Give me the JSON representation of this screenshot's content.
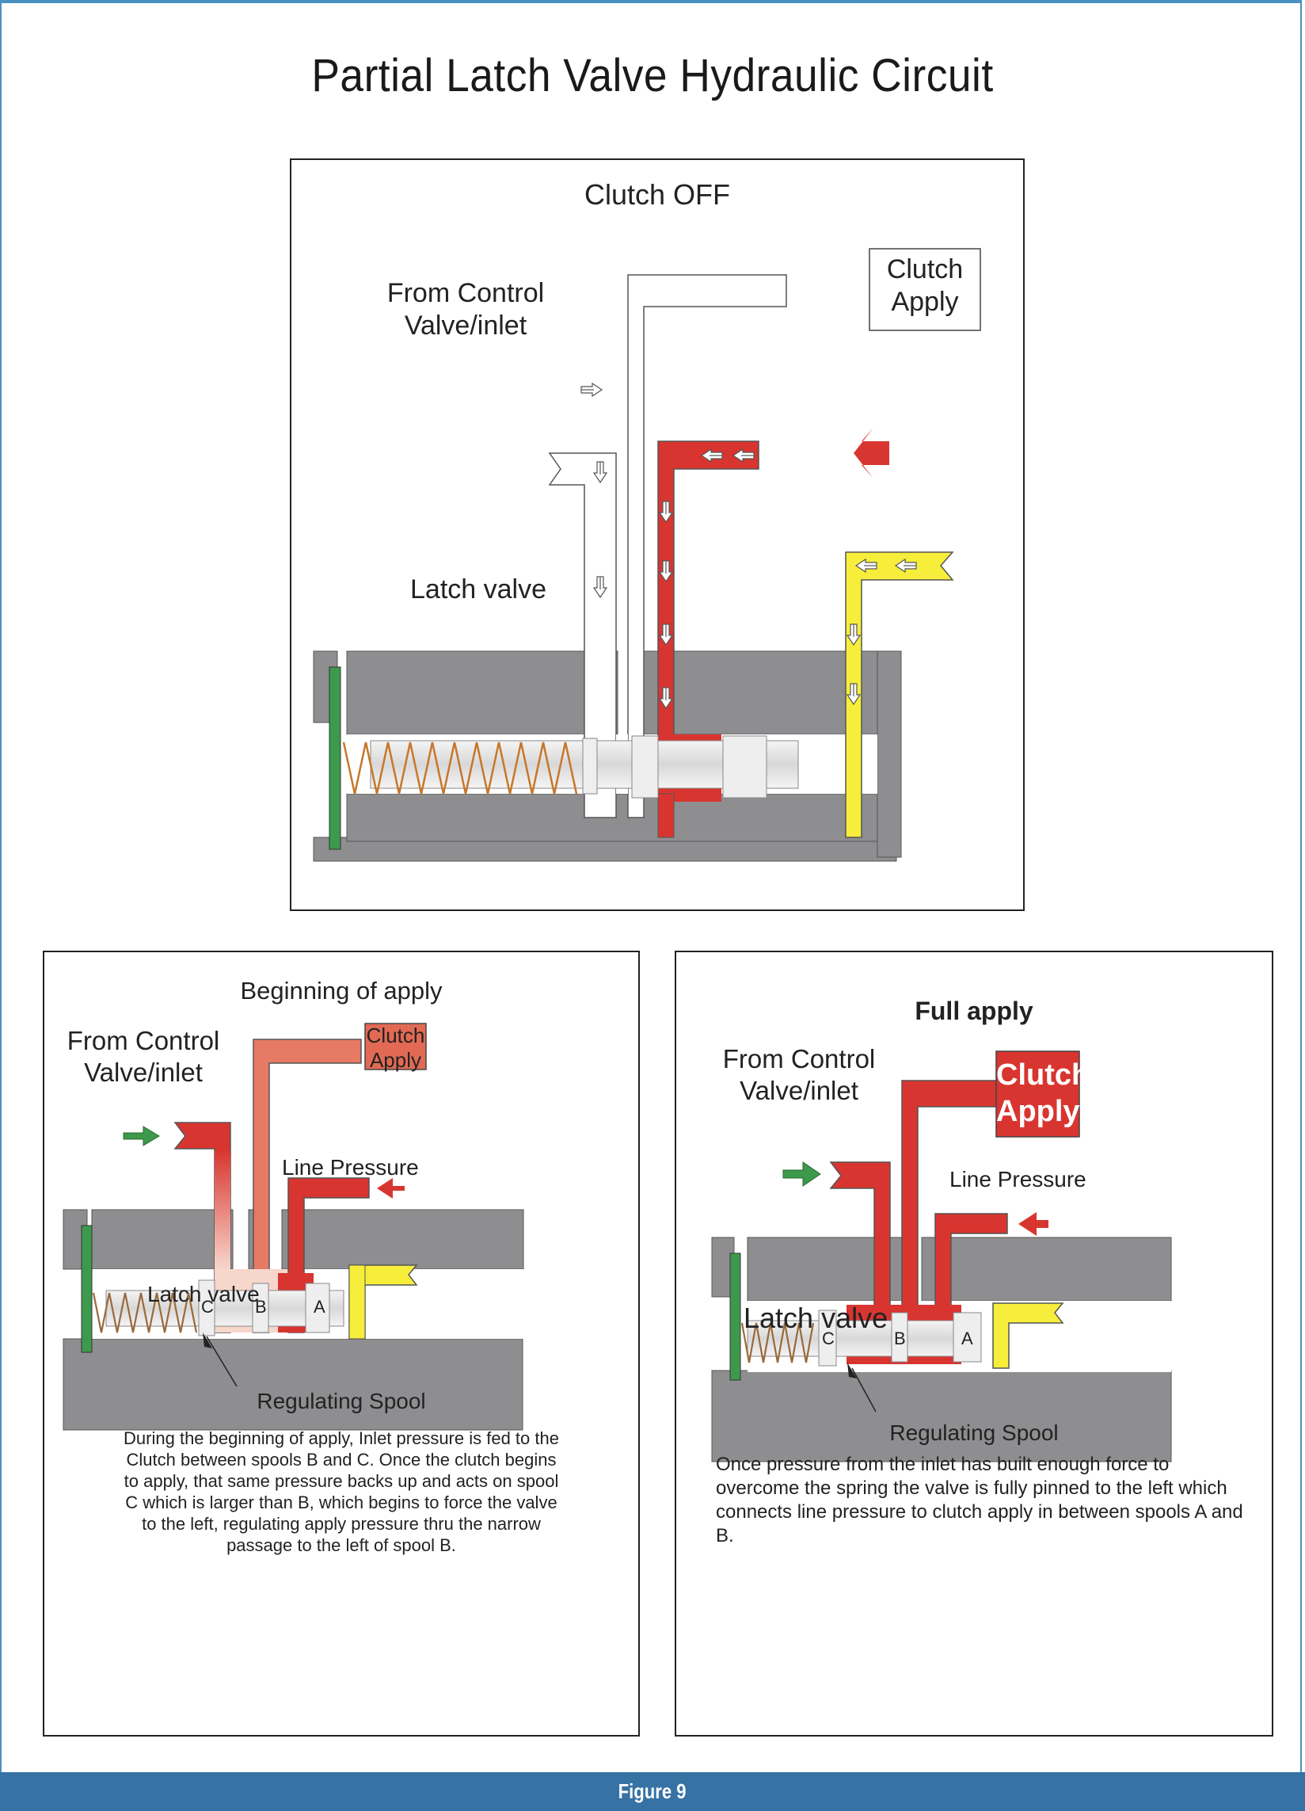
{
  "page": {
    "title": "Partial Latch Valve Hydraulic Circuit",
    "figure_label": "Figure 9"
  },
  "colors": {
    "border_blue": "#4a90c0",
    "footer_blue": "#3672a4",
    "fluid_red": "#d93530",
    "fluid_pink": "#f2b8a8",
    "exhaust_yellow": "#f6ee3a",
    "inlet_arrow_green": "#3c9a4a",
    "spring_orange": "#c8762a",
    "valve_body_gray": "#8e8e91",
    "retainer_green": "#3d9a4c"
  },
  "panels": {
    "clutch_off": {
      "title": "Clutch OFF",
      "from_control": [
        "From Control",
        "Valve/inlet"
      ],
      "clutch_apply": [
        "Clutch",
        "Apply"
      ],
      "latch_valve": "Latch valve"
    },
    "beginning_apply": {
      "title": "Beginning of apply",
      "from_control": [
        "From Control",
        "Valve/inlet"
      ],
      "clutch_apply": [
        "Clutch",
        "Apply"
      ],
      "line_pressure": "Line Pressure",
      "latch_valve": "Latch valve",
      "spool_labels": [
        "C",
        "B",
        "A"
      ],
      "regulating_spool": "Regulating Spool",
      "description": "During the beginning of apply, Inlet pressure is fed to the Clutch between spools B and C. Once the clutch begins to apply, that same pressure backs up and acts on spool C which is larger than B, which begins to force the valve to the left, regulating apply pressure thru the narrow passage to the left of spool B."
    },
    "full_apply": {
      "title": "Full apply",
      "from_control": [
        "From Control",
        "Valve/inlet"
      ],
      "clutch_apply": [
        "Clutch",
        "Apply"
      ],
      "line_pressure": "Line Pressure",
      "latch_valve": "Latch valve",
      "spool_labels": [
        "C",
        "B",
        "A"
      ],
      "regulating_spool": "Regulating Spool",
      "description": "Once pressure from the inlet has built enough force to overcome the spring the valve is fully pinned to the left which connects line pressure to clutch apply in between spools A and B."
    }
  }
}
